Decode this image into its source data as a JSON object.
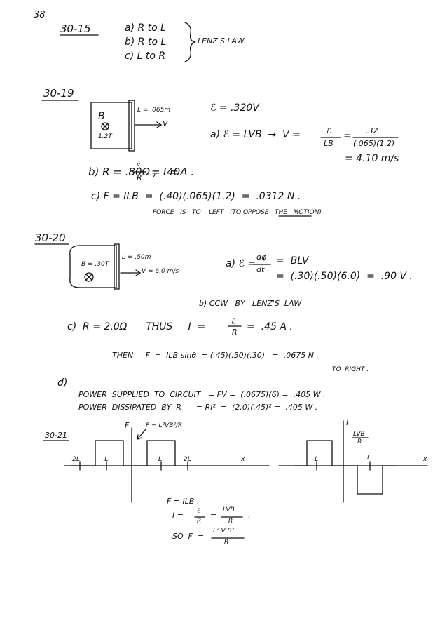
{
  "page": {
    "number": "38"
  },
  "p15": {
    "label": "30-15",
    "a": "a) R to L",
    "b": "b) R to L",
    "c": "c) L to R",
    "law": "LENZ'S LAW."
  },
  "p19": {
    "label": "30-19",
    "B": "B",
    "field": "1.2T",
    "L": "L = .065m",
    "v": "V",
    "emf": "ℰ = .320V",
    "a": "a) ℰ = LVB  →  V =",
    "a_num": "ℰ",
    "a_den": "LB",
    "a_eq": "=",
    "a_num2": ".32",
    "a_den2": "(.065)(1.2)",
    "a_res": "= 4.10 m/s",
    "b": "b) R = .80Ω ,  I =",
    "b_num": "ℰ",
    "b_den": "R",
    "b_res": "= .40A .",
    "c": "c) F = ILB  =  (.40)(.065)(1.2)  =  .0312 N .",
    "c_note": "FORCE   IS   TO    LEFT   (TO OPPOSE   THE   MOTION)"
  },
  "p20": {
    "label": "30-20",
    "B": "B = .30T",
    "L": "L = .50m",
    "v": "V = 6.0 m/s",
    "a": "a) ℰ =",
    "a_num": "dφ",
    "a_den": "dt",
    "a_r1": "=  BLV",
    "a_r2": "=  (.30)(.50)(6.0)  =  .90 V .",
    "b": "b) CCW   BY   LENZ'S  LAW",
    "c": "c)  R = 2.0Ω      THUS     I  =",
    "c_num": "ℰ",
    "c_den": "R",
    "c_res": "=  .45 A .",
    "then": "THEN     F  =  ILB sinθ  = (.45)(.50)(.30)   =  .0675 N .",
    "then_note": "TO  RIGHT .",
    "d": "d)",
    "d1": "POWER  SUPPLIED  TO  CIRCUIT   = FV =  (.0675)(6) =  .405 W .",
    "d2": "POWER  DISSIPATED  BY  R      = RI²  =  (2.0)(.45)² =  .405 W ."
  },
  "p21": {
    "label": "30-21",
    "g1_axis": "F",
    "g1_annot": "F = L²VB²/R",
    "g1_ticks": [
      "-2L",
      "-L",
      "L",
      "2L"
    ],
    "g1_x": "x",
    "g2_axis": "I",
    "g2_annot_num": "LVB",
    "g2_annot_den": "R",
    "g2_ticks": [
      "-L",
      "L"
    ],
    "g2_x": "x",
    "eq1": "F = ILB .",
    "eq2": "I =",
    "eq2_num1": "ℰ",
    "eq2_den1": "R",
    "eq2_mid": "=",
    "eq2_num2": "LVB",
    "eq2_den2": "R",
    "eq2_end": ",",
    "eq3": "SO  F  =",
    "eq3_num": "L² V B²",
    "eq3_den": "R"
  }
}
